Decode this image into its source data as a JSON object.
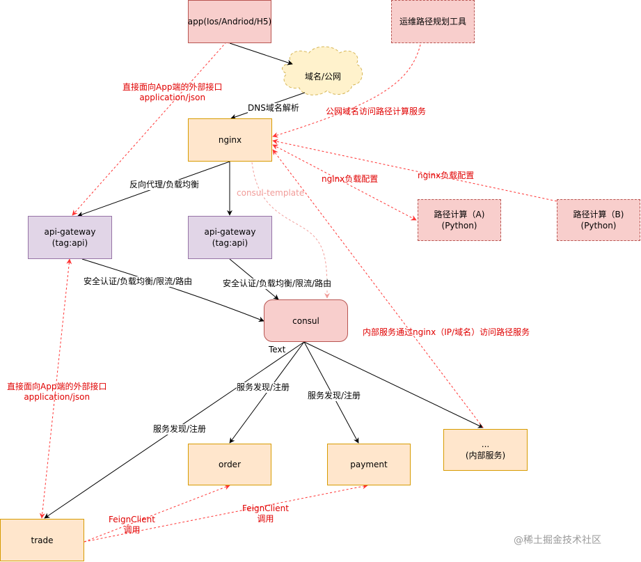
{
  "nodes": {
    "app": "app(Ios/Andriod/H5)",
    "ops_tool": "运维路径规划工具",
    "domain": "域名/公网",
    "nginx": "nginx",
    "gw1": [
      "api-gateway",
      "(tag:api)"
    ],
    "gw2": [
      "api-gateway",
      "(tag:api)"
    ],
    "route_a": [
      "路径计算（A)",
      "(Python)"
    ],
    "route_b": [
      "路径计算（B)",
      "(Python)"
    ],
    "consul": "consul",
    "order": "order",
    "payment": "payment",
    "internal": [
      "...",
      "(内部服务)"
    ],
    "trade": "trade"
  },
  "labels": {
    "dns": "DNS域名解析",
    "public_route": "公网域名访问路径计算服务",
    "app_api_top": [
      "直接面向App端的外部接口",
      "application/json"
    ],
    "reverse_proxy": "反向代理/负载均衡",
    "consul_template": "consul-template",
    "nginx_lb_a": "nginx负载配置",
    "nginx_lb_b": "nginx负载配置",
    "sec_left": "安全认证/负载均衡/限流/路由",
    "sec_right": "安全认证/负载均衡/限流/路由",
    "internal_route": "内部服务通过nginx（IP/域名）访问路径服务",
    "text": "Text",
    "app_api_bottom": [
      "直接面向App端的外部接口",
      "application/json"
    ],
    "reg_order": "服务发现/注册",
    "reg_payment": "服务发现/注册",
    "reg_trade": "服务发现/注册",
    "feign1": [
      "FeignClient",
      "调用"
    ],
    "feign2": [
      "FeignClient",
      "调用"
    ]
  },
  "watermark": "@稀土掘金技术社区",
  "colors": {
    "edge_solid": "#000000",
    "edge_dashed": "#ff3333",
    "edge_faint": "#f19c99"
  }
}
